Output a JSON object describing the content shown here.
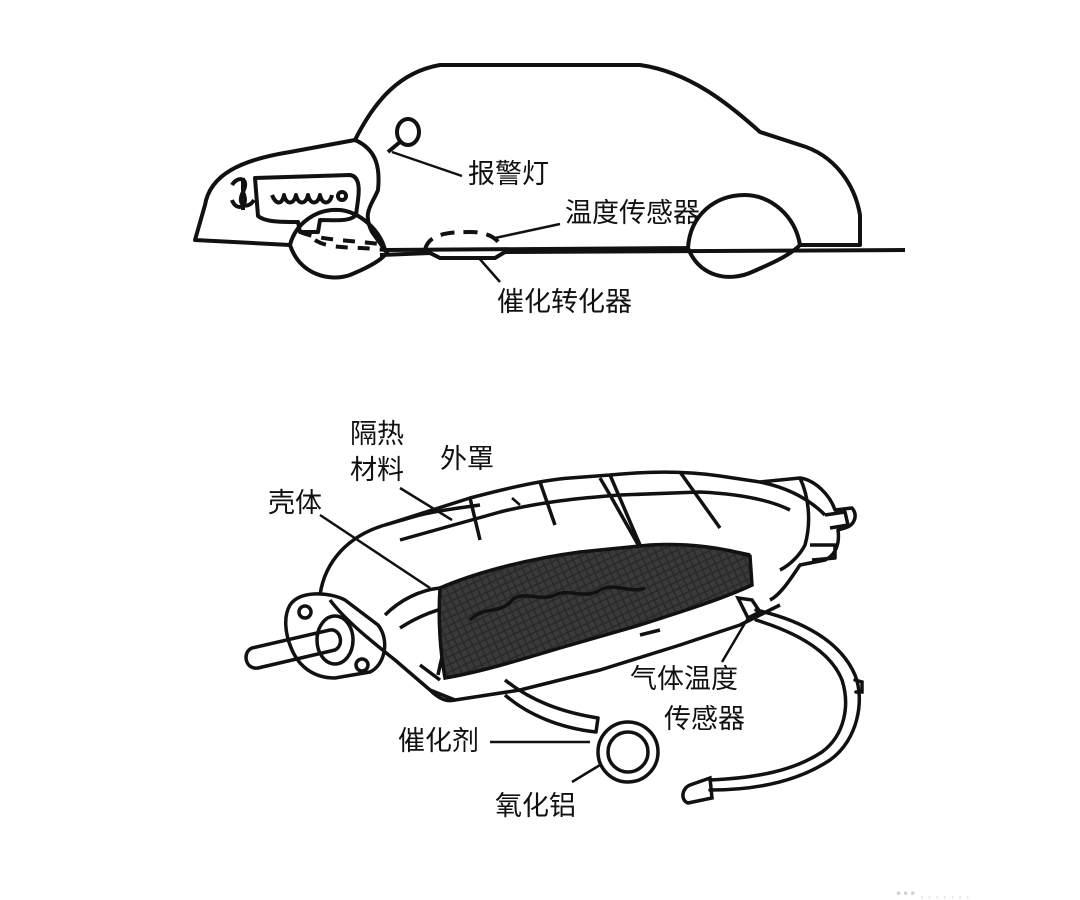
{
  "car_diagram": {
    "labels": {
      "alarm_light": "报警灯",
      "temperature_sensor": "温度传感器",
      "catalytic_converter": "催化转化器"
    }
  },
  "converter_diagram": {
    "labels": {
      "insulation_line1": "隔热",
      "insulation_line2": "材料",
      "outer_cover": "外罩",
      "shell": "壳体",
      "gas_temp_sensor_line1": "气体温度",
      "gas_temp_sensor_line2": "传感器",
      "catalyst": "催化剂",
      "alumina": "氧化铝"
    }
  },
  "colors": {
    "ink": "#111111",
    "mesh": "#2a2a2a",
    "paper": "#ffffff"
  }
}
